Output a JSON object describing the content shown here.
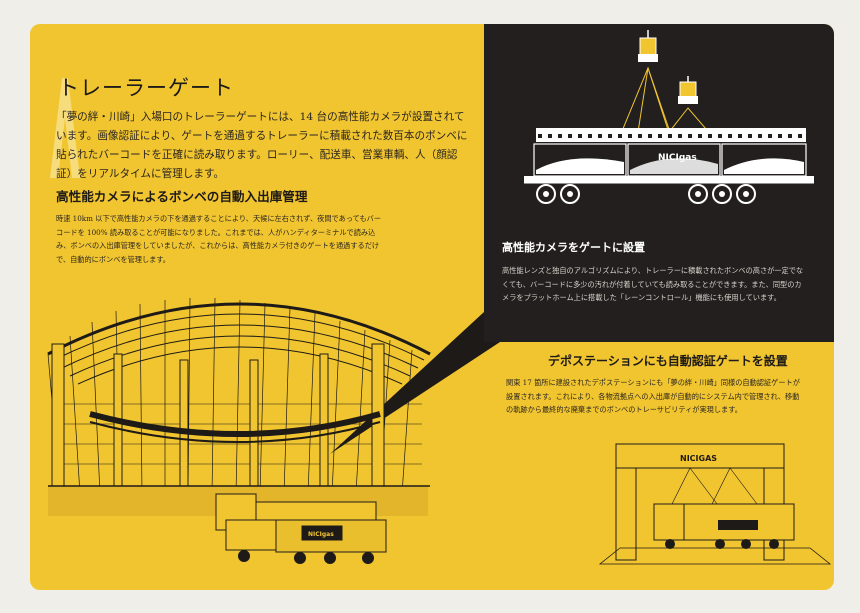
{
  "title": "トレーラーゲート",
  "intro": "「夢の絆・川崎」入場口のトレーラーゲートには、14 台の高性能カメラが設置されています。画像認証により、ゲートを通過するトレーラーに積載された数百本のボンベに貼られたバーコードを正確に読み取ります。ローリー、配送車、営業車輌、人（顔認証）をリアルタイムに管理します。",
  "section1": {
    "heading": "高性能カメラによるボンベの自動入出庫管理",
    "body": "時速 10km 以下で高性能カメラの下を通過することにより、天候に左右されず、夜間であってもバーコードを 100% 読み取ることが可能になりました。これまでは、人がハンディターミナルで読み込み、ボンベの入出庫管理をしていましたが、これからは、高性能カメラ付きのゲートを通過するだけで、自動的にボンベを管理します。"
  },
  "section2": {
    "heading": "高性能カメラをゲートに設置",
    "body": "高性能レンズと独自のアルゴリズムにより、トレーラーに積載されたボンベの高さが一定でなくても、バーコードに多少の汚れが付着していても読み取ることができます。また、同型のカメラをプラットホーム上に搭載した「レーンコントロール」機能にも使用しています。"
  },
  "section3": {
    "heading": "デポステーションにも自動認証ゲートを設置",
    "body": "関東 17 箇所に建設されたデポステーションにも「夢の絆・川崎」同様の自動認証ゲートが設置されます。これにより、各物流拠点への入出庫が自動的にシステム内で管理され、移動の軌跡から最終的な廃棄までのボンベのトレーサビリティが実現します。"
  },
  "logos": {
    "trailer": "NICIgas",
    "gate": "NICIGAS",
    "small_truck": "NICIgas"
  },
  "colors": {
    "background": "#f0eee8",
    "panel_yellow": "#f1c530",
    "dark_panel": "#231f1f",
    "ink": "#1e1a17",
    "white": "#ffffff"
  },
  "illustrations": [
    "building-gate-illustration",
    "trailer-camera-illustration",
    "depot-gate-illustration"
  ]
}
